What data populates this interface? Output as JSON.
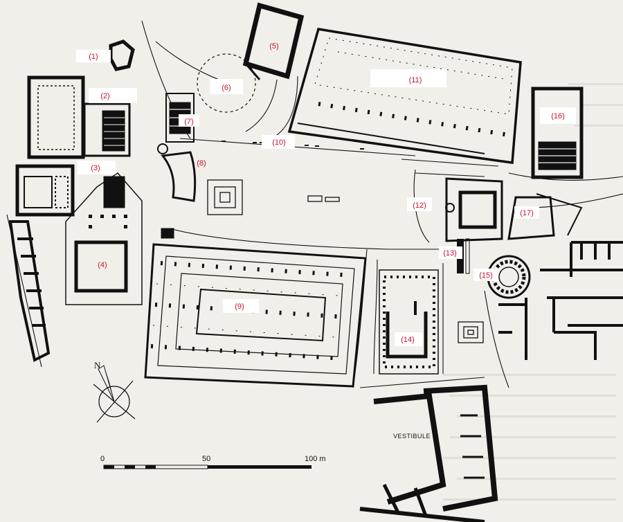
{
  "labels": {
    "l1": "(1)",
    "l2": "(2)",
    "l3": "(3)",
    "l4": "(4)",
    "l5": "(5)",
    "l6": "(6)",
    "l7": "(7)",
    "l8": "(8)",
    "l9": "(9)",
    "l10": "(10)",
    "l11": "(11)",
    "l12": "(12)",
    "l13": "(13)",
    "l14": "(14)",
    "l15": "(15)",
    "l16": "(16)",
    "l17": "(17)"
  },
  "vestibule": "VESTIBULE",
  "scale": {
    "zero": "0",
    "mid": "50",
    "end": "100 m"
  },
  "north": "N",
  "colors": {
    "ink": "#111111",
    "label": "#c8102e",
    "paper": "#f1efe9"
  }
}
